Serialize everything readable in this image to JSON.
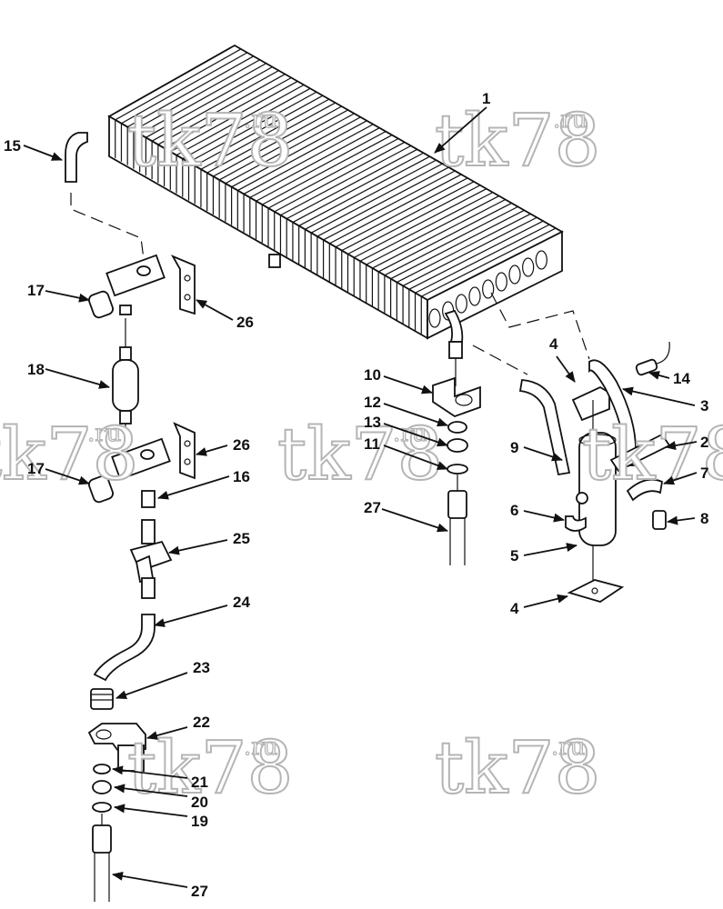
{
  "watermark": {
    "main": "tk78",
    "suffix": ".ru"
  },
  "callouts": [
    {
      "id": "1",
      "label": "1"
    },
    {
      "id": "2",
      "label": "2"
    },
    {
      "id": "3",
      "label": "3"
    },
    {
      "id": "4a",
      "label": "4"
    },
    {
      "id": "4b",
      "label": "4"
    },
    {
      "id": "5",
      "label": "5"
    },
    {
      "id": "6",
      "label": "6"
    },
    {
      "id": "7",
      "label": "7"
    },
    {
      "id": "8",
      "label": "8"
    },
    {
      "id": "9",
      "label": "9"
    },
    {
      "id": "10",
      "label": "10"
    },
    {
      "id": "11",
      "label": "11"
    },
    {
      "id": "12",
      "label": "12"
    },
    {
      "id": "13",
      "label": "13"
    },
    {
      "id": "14",
      "label": "14"
    },
    {
      "id": "15",
      "label": "15"
    },
    {
      "id": "16",
      "label": "16"
    },
    {
      "id": "17a",
      "label": "17"
    },
    {
      "id": "17b",
      "label": "17"
    },
    {
      "id": "18",
      "label": "18"
    },
    {
      "id": "19",
      "label": "19"
    },
    {
      "id": "20",
      "label": "20"
    },
    {
      "id": "21",
      "label": "21"
    },
    {
      "id": "22",
      "label": "22"
    },
    {
      "id": "23",
      "label": "23"
    },
    {
      "id": "24",
      "label": "24"
    },
    {
      "id": "25",
      "label": "25"
    },
    {
      "id": "26a",
      "label": "26"
    },
    {
      "id": "26b",
      "label": "26"
    },
    {
      "id": "27a",
      "label": "27"
    },
    {
      "id": "27b",
      "label": "27"
    }
  ]
}
